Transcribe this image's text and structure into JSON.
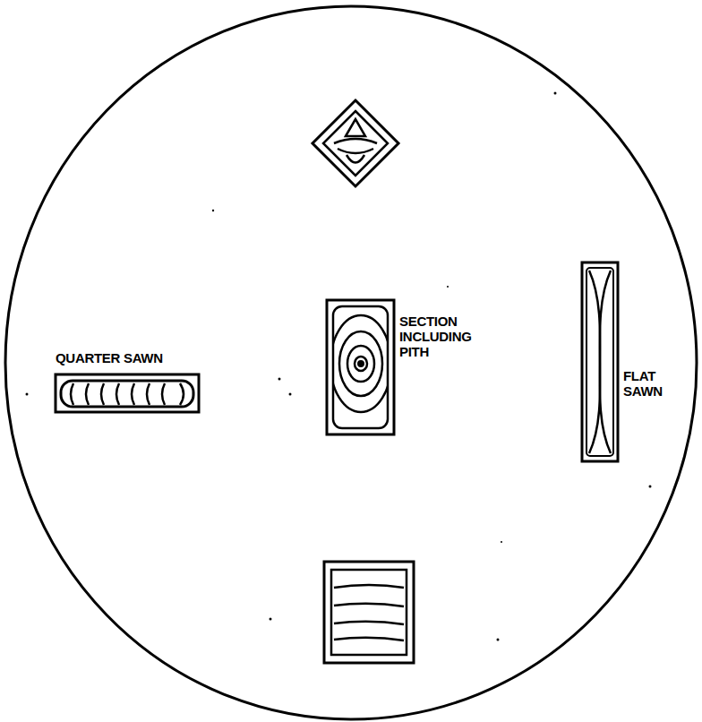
{
  "diagram": {
    "labels": [
      "QUARTER SAWN",
      "SECTION INCLUDING PITH",
      "FLAT SAWN"
    ]
  }
}
